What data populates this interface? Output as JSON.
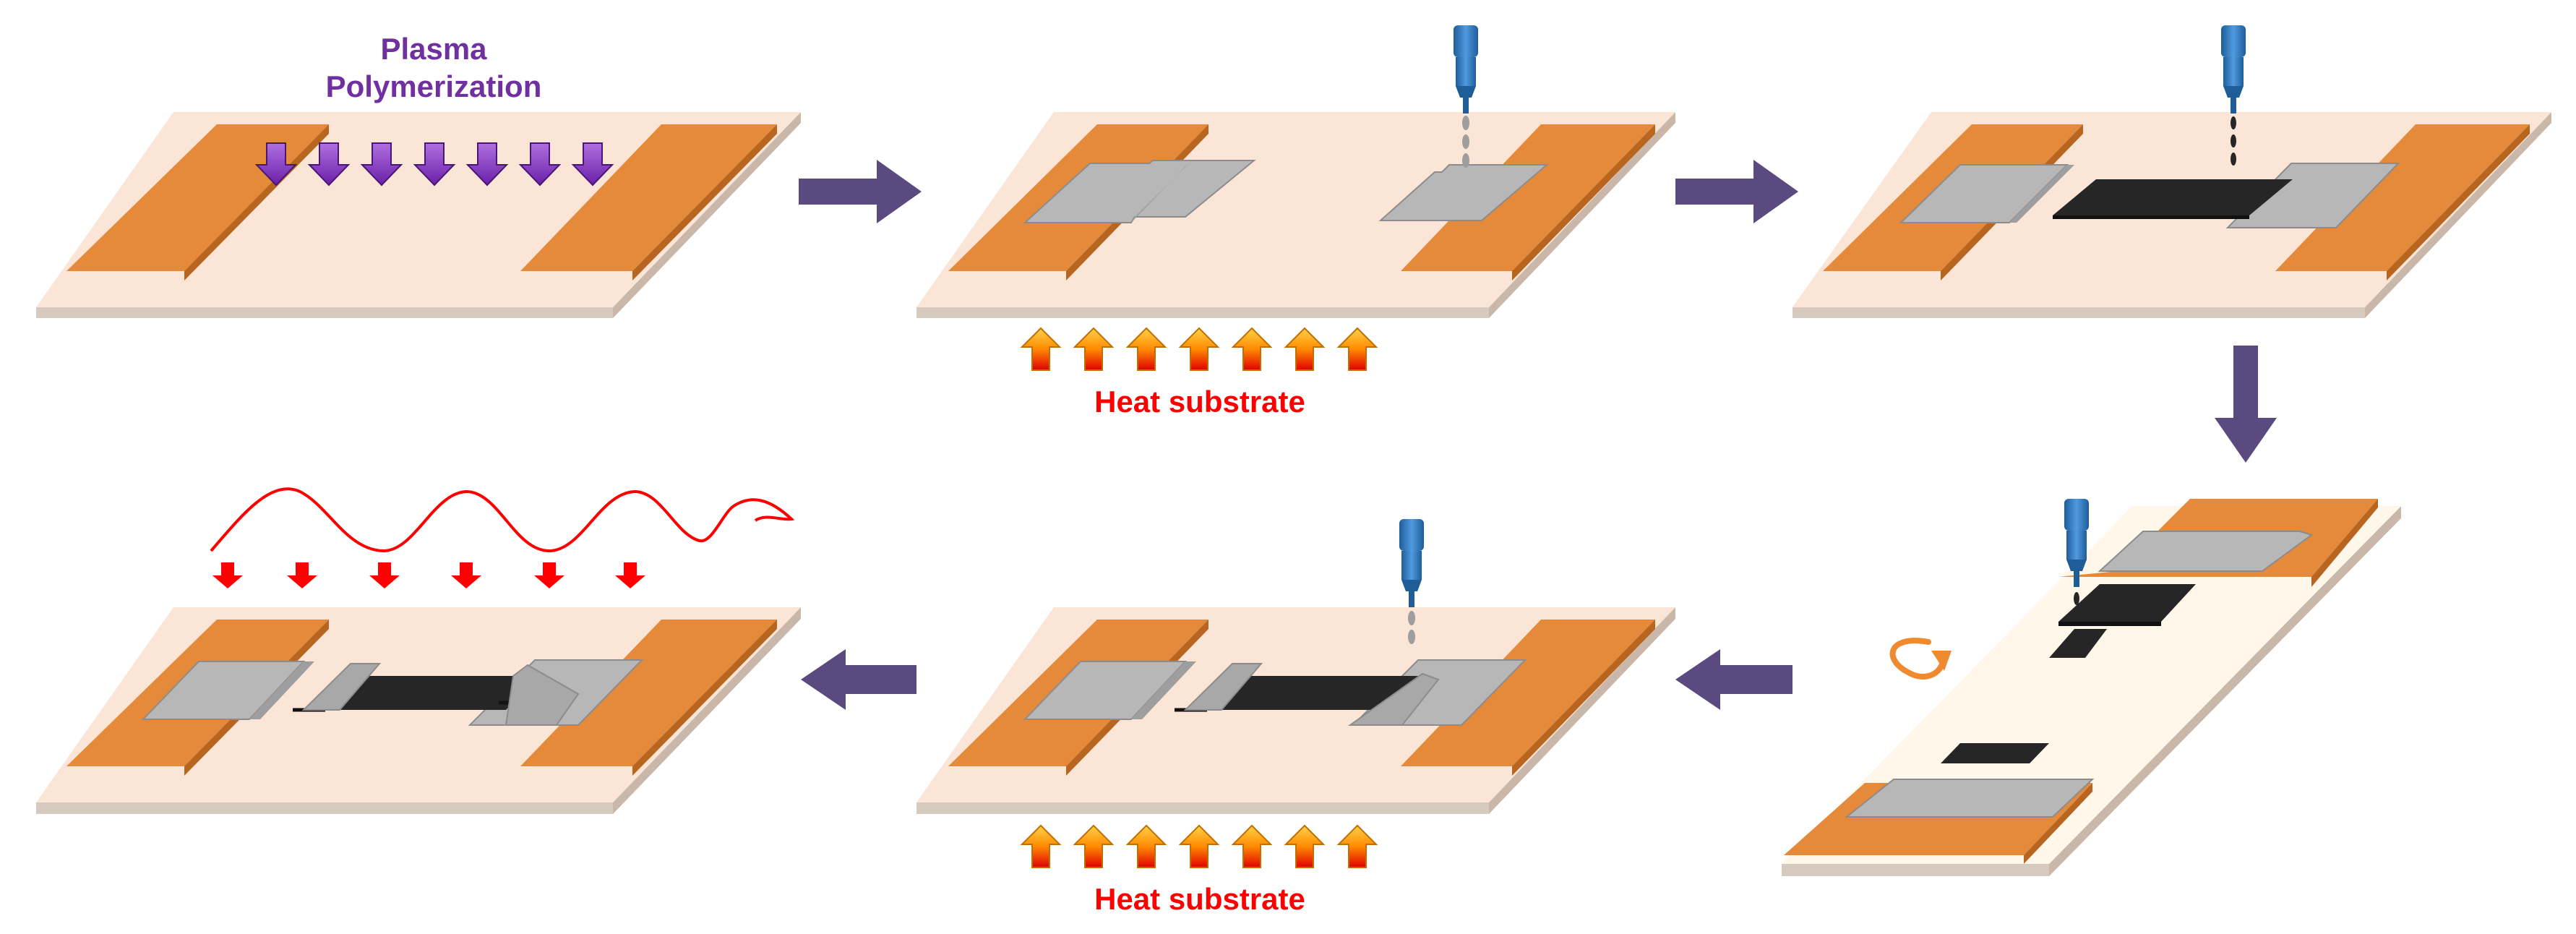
{
  "labels": {
    "plasma_line1": "Plasma",
    "plasma_line2": "Polymerization",
    "heat_top": "Heat substrate",
    "heat_bottom": "Heat substrate"
  },
  "colors": {
    "substrate_top": "#fbe5d6",
    "substrate_side": "#d6c9be",
    "electrode": "#e58a3a",
    "electrode_side": "#b8651f",
    "film": "#b7b7b7",
    "film_edge": "#8c8c8c",
    "semiconductor": "#262626",
    "flow_arrow": "#5b4a80",
    "plasma_arrow": "#7030a0",
    "heat_arrow_top": "#ffc000",
    "heat_arrow_bottom": "#e00000",
    "nozzle": "#2e75b6",
    "uv_wave": "#ff0000"
  },
  "steps": [
    {
      "name": "plasma-polymerization"
    },
    {
      "name": "print-dielectric-on-heated-substrate"
    },
    {
      "name": "print-semiconductor"
    },
    {
      "name": "rotate-and-print"
    },
    {
      "name": "print-top-contact-on-heated-substrate"
    },
    {
      "name": "uv-curing"
    }
  ]
}
